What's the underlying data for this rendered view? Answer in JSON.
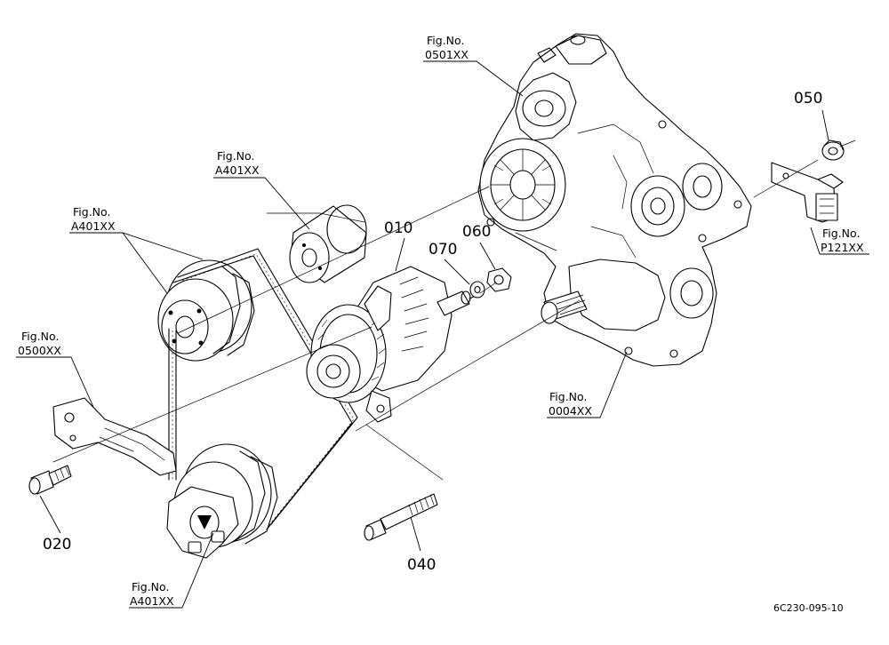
{
  "part_numbers": {
    "p010": "010",
    "p020": "020",
    "p040": "040",
    "p050": "050",
    "p060": "060",
    "p070": "070"
  },
  "figure_refs": {
    "water_pump": {
      "line1": "Fig.No.",
      "line2": "0501XX"
    },
    "idler_pulley": {
      "line1": "Fig.No.",
      "line2": "A401XX"
    },
    "fan_pulley": {
      "line1": "Fig.No.",
      "line2": "A401XX"
    },
    "bracket": {
      "line1": "Fig.No.",
      "line2": "0500XX"
    },
    "crank_pulley": {
      "line1": "Fig.No.",
      "line2": "A401XX"
    },
    "gear_case": {
      "line1": "Fig.No.",
      "line2": "0004XX"
    },
    "right_bracket": {
      "line1": "Fig.No.",
      "line2": "P121XX"
    }
  },
  "drawing_code": "6C230-095-10"
}
